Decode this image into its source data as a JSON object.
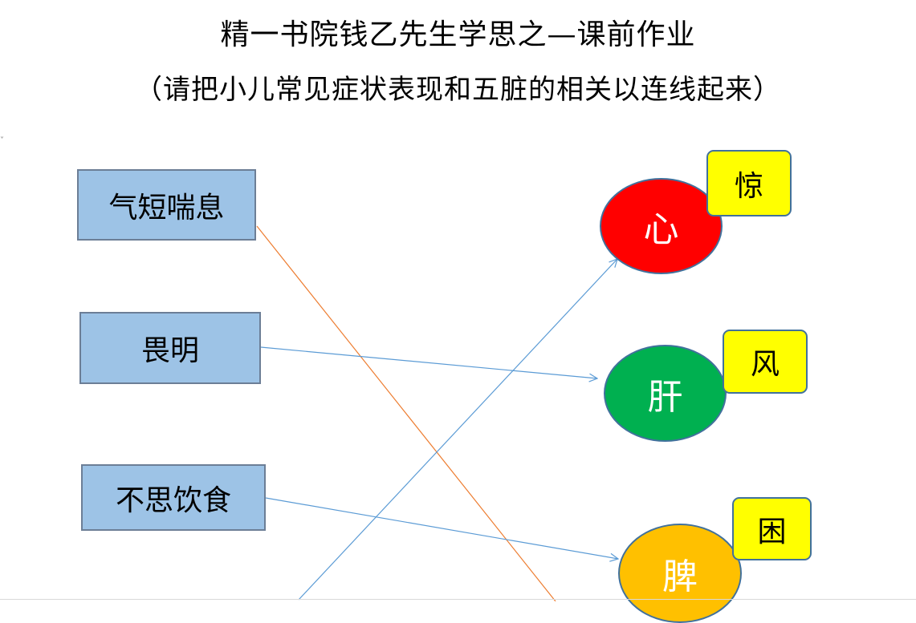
{
  "title": "精一书院钱乙先生学思之—课前作业",
  "subtitle": "（请把小儿常见症状表现和五脏的相关以连线起来）",
  "symptoms": [
    {
      "label": "气短喘息"
    },
    {
      "label": "畏明"
    },
    {
      "label": "不思饮食"
    }
  ],
  "organs": [
    {
      "label": "心",
      "color": "#ff0000",
      "tag": "惊"
    },
    {
      "label": "肝",
      "color": "#00b050",
      "tag": "风"
    },
    {
      "label": "脾",
      "color": "#ffc000",
      "tag": "困"
    }
  ],
  "colors": {
    "symptom_fill": "#9dc3e6",
    "tag_fill": "#ffff00",
    "arrow_blue": "#5b9bd5",
    "line_orange": "#ed7d31"
  }
}
